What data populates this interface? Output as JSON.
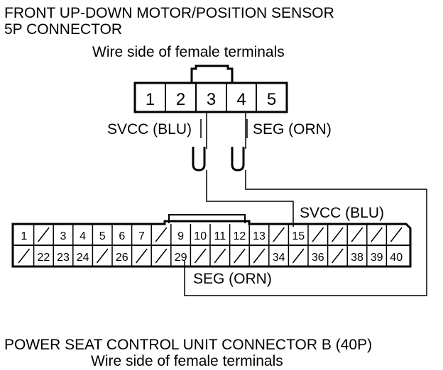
{
  "connector_5p": {
    "title_line1": "FRONT UP-DOWN MOTOR/POSITION SENSOR",
    "title_line2": "5P CONNECTOR",
    "view_label": "Wire side of female terminals",
    "terminals": [
      "1",
      "2",
      "3",
      "4",
      "5"
    ],
    "wire_labels": {
      "svcc": "SVCC (BLU)",
      "seg": "SEG (ORN)"
    }
  },
  "connector_40p": {
    "title": "POWER SEAT CONTROL UNIT CONNECTOR B (40P)",
    "view_label": "Wire side of female terminals",
    "top_row": [
      "1",
      "/",
      "3",
      "4",
      "5",
      "6",
      "7",
      "/",
      "9",
      "10",
      "11",
      "12",
      "13",
      "/",
      "15",
      "/",
      "/",
      "/",
      "/",
      "/"
    ],
    "bottom_row": [
      "/",
      "22",
      "23",
      "24",
      "/",
      "26",
      "/",
      "/",
      "29",
      "/",
      "/",
      "/",
      "/",
      "34",
      "/",
      "36",
      "/",
      "38",
      "39",
      "40"
    ],
    "wire_labels": {
      "svcc": "SVCC (BLU)",
      "seg": "SEG (ORN)"
    }
  },
  "colors": {
    "line": "#000000",
    "background": "#ffffff"
  }
}
